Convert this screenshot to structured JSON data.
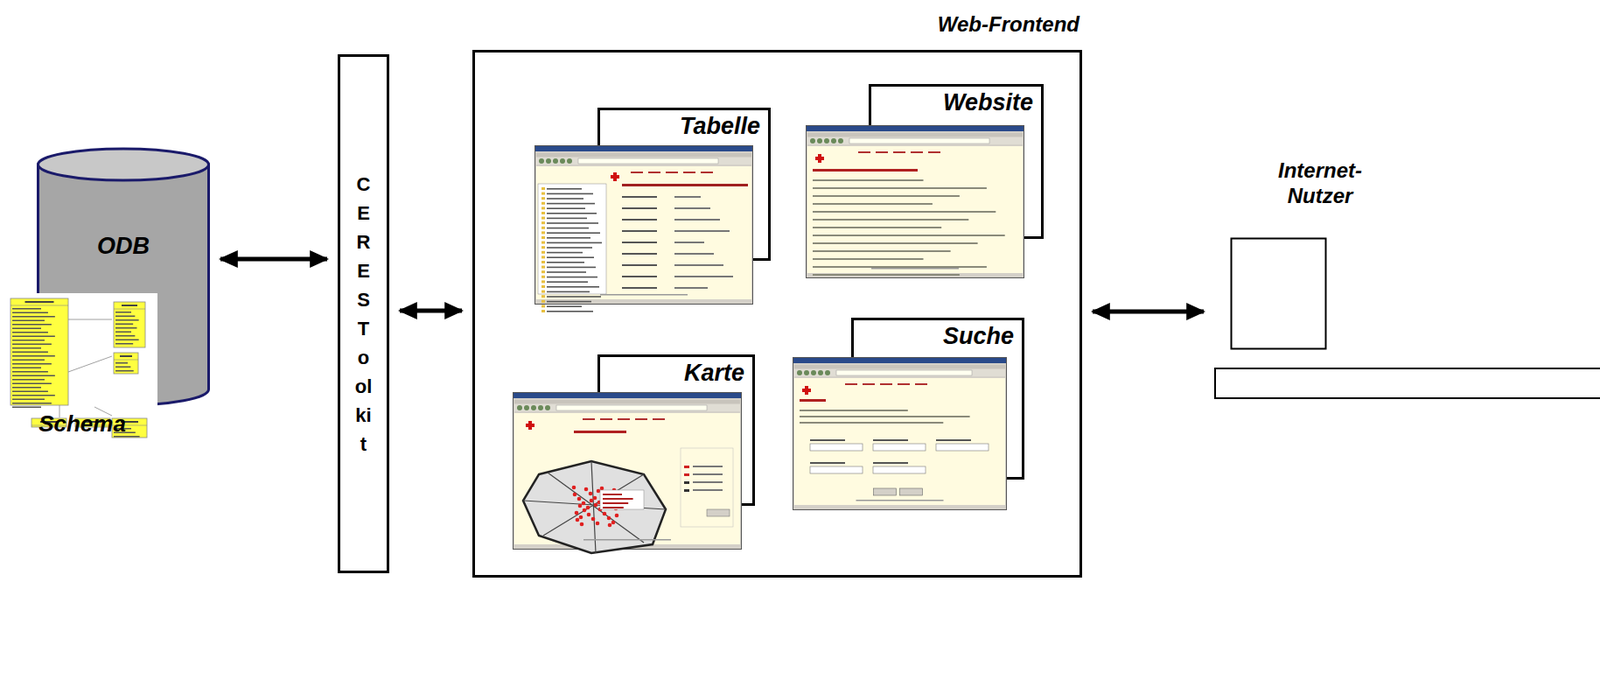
{
  "diagram": {
    "nodes": [
      {
        "text": [
          "ODB"
        ]
      },
      {
        "text": [
          "Schema"
        ],
        "in": 0
      },
      {
        "text": [
          "CERES Toolkit"
        ]
      },
      {
        "text": [
          "Web-Frontend"
        ]
      },
      {
        "text": [
          "Tabelle"
        ],
        "in": 3
      },
      {
        "text": [
          "Website"
        ],
        "in": 3
      },
      {
        "text": [
          "Karte"
        ],
        "in": 3
      },
      {
        "text": [
          "Suche"
        ],
        "in": 3
      },
      {
        "text": [
          "Internet- Nutzer"
        ]
      }
    ],
    "edges": [
      {
        "from": 0,
        "to": 2,
        "arrow": "both"
      },
      {
        "from": 2,
        "to": 3,
        "arrow": "both"
      },
      {
        "from": 3,
        "to": 8,
        "arrow": "both"
      }
    ]
  }
}
